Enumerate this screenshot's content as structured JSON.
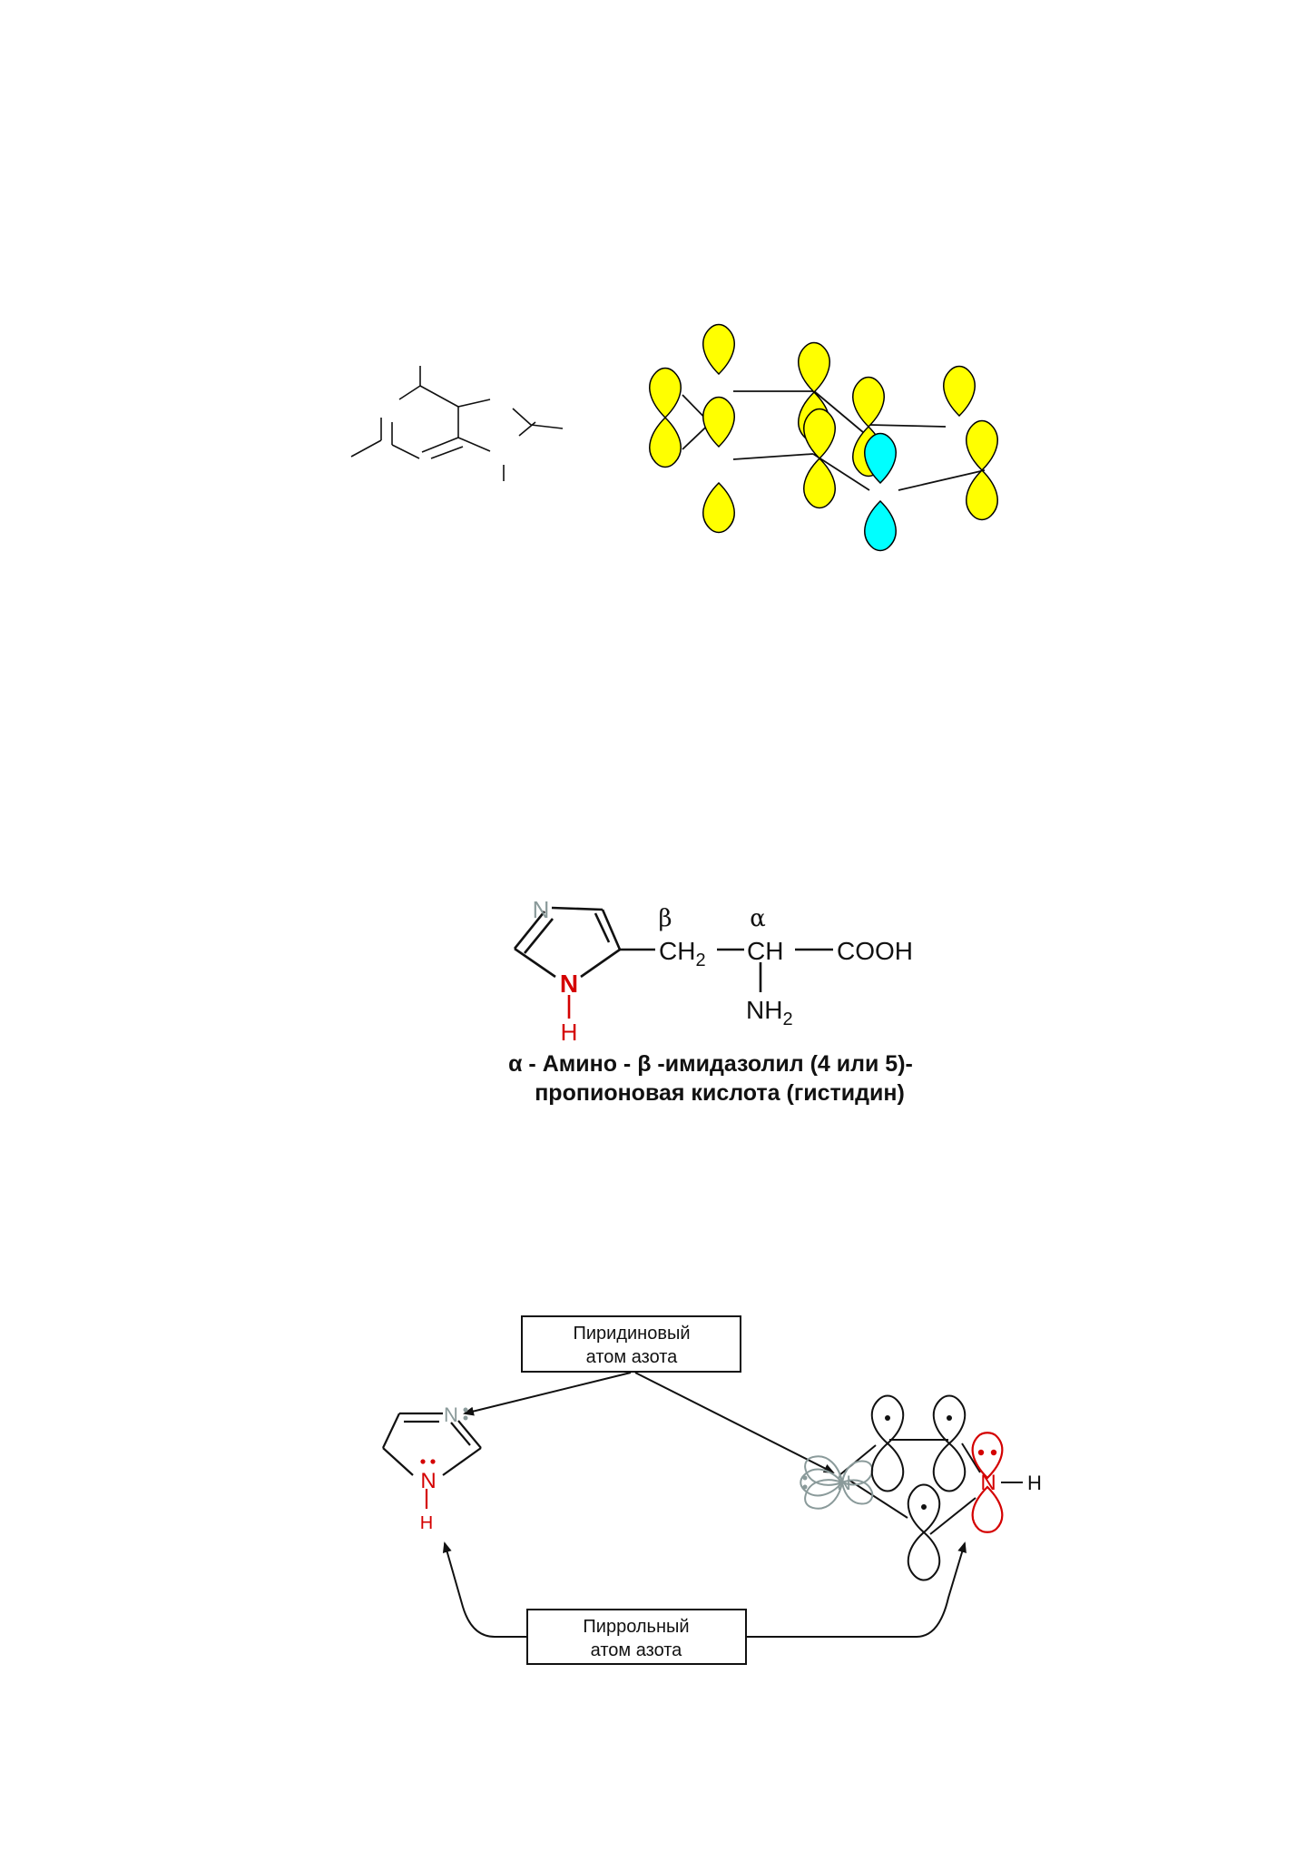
{
  "histidine": {
    "n_top": "N",
    "n_bottom": "N",
    "h_bottom": "H",
    "beta": "β",
    "alpha": "α",
    "ch2": "CH",
    "ch2_sub": "2",
    "ch": "CH",
    "cooh": "COOH",
    "nh2": "NH",
    "nh2_sub": "2",
    "caption_line1": "α - Амино - β -имидазолил (4 или 5)-",
    "caption_line2": "пропионовая  кислота (гистидин)"
  },
  "nitrogen_diagram": {
    "pyridine_label_line1": "Пиридиновый",
    "pyridine_label_line2": "атом азота",
    "pyrrole_label_line1": "Пиррольный",
    "pyrrole_label_line2": "атом азота",
    "ring_n_top": "N",
    "ring_n_bottom": "N",
    "ring_h": "H",
    "orbital_n_left": "N",
    "orbital_n_right": "N",
    "orbital_h": "H"
  },
  "colors": {
    "orbital_yellow": "#ffff00",
    "orbital_cyan": "#00ffff",
    "pyrrole_red": "#d40000",
    "pyridine_gray": "#8a9a9a",
    "ink": "#111111"
  }
}
